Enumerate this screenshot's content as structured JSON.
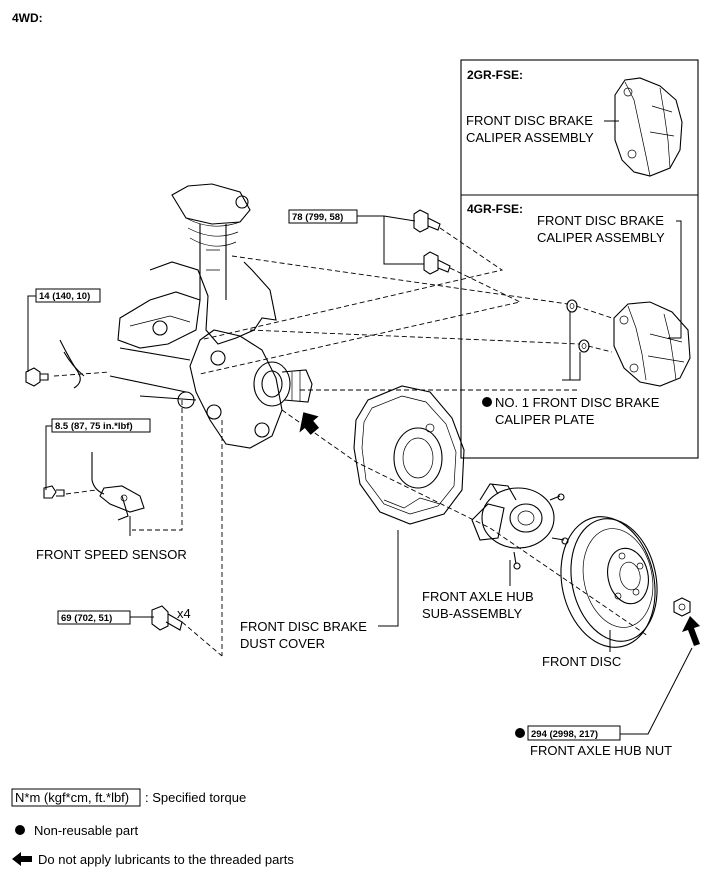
{
  "header": {
    "title": "4WD:"
  },
  "insets": [
    {
      "title": "2GR-FSE:",
      "label_lines": [
        "FRONT DISC BRAKE",
        "CALIPER ASSEMBLY"
      ]
    },
    {
      "title": "4GR-FSE:",
      "label_lines": [
        "FRONT DISC BRAKE",
        "CALIPER ASSEMBLY"
      ],
      "plate_label_lines": [
        "NO. 1 FRONT DISC BRAKE",
        "CALIPER PLATE"
      ]
    }
  ],
  "torques": {
    "caliper_bolts": "78 (799, 58)",
    "bracket_bolt": "14 (140, 10)",
    "sensor_bolt": "8.5 (87, 75 in.*lbf)",
    "knuckle_bolts": "69 (702, 51)",
    "hub_nut": "294 (2998, 217)"
  },
  "labels": {
    "knuckle_bolts_qty": "x4",
    "speed_sensor": "FRONT SPEED SENSOR",
    "dust_cover": [
      "FRONT DISC BRAKE",
      "DUST COVER"
    ],
    "axle_hub": [
      "FRONT AXLE HUB",
      "SUB-ASSEMBLY"
    ],
    "disc": "FRONT DISC",
    "hub_nut": "FRONT AXLE HUB NUT"
  },
  "legend": {
    "torque_unit": "N*m (kgf*cm, ft.*lbf)",
    "torque_desc": ": Specified torque",
    "non_reusable": "Non-reusable part",
    "no_lubricant": "Do not apply lubricants to the threaded parts"
  }
}
